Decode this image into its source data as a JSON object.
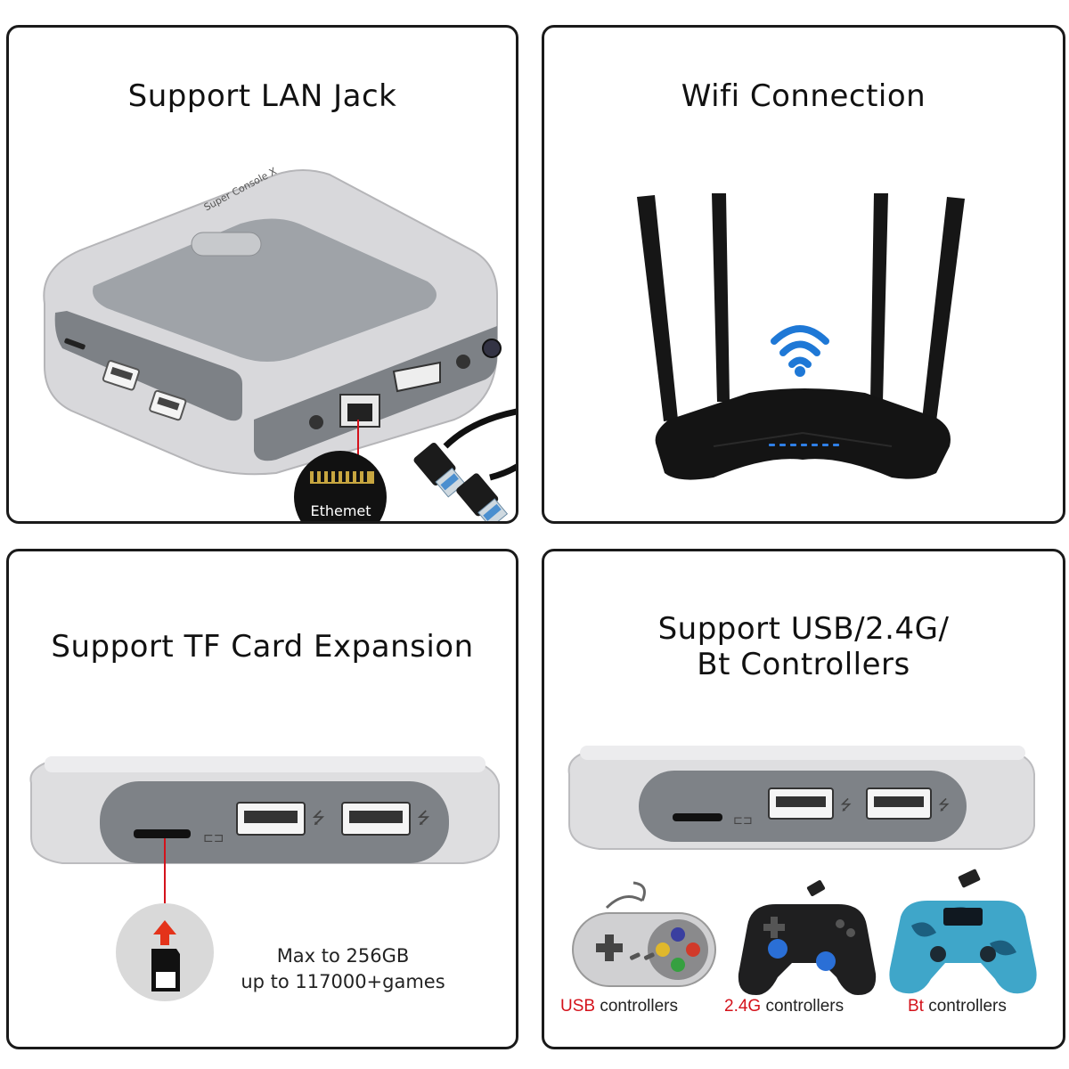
{
  "panels": {
    "lan": {
      "title": "Support LAN Jack",
      "port_label": "Ethemet"
    },
    "wifi": {
      "title": "Wifi Connection"
    },
    "tf": {
      "title": "Support TF Card Expansion",
      "caption_line1": "Max to 256GB",
      "caption_line2": "up to 117000+games"
    },
    "controllers": {
      "title_line1": "Support USB/2.4G/",
      "title_line2": "Bt Controllers",
      "items": [
        {
          "highlight": "USB",
          "rest": " controllers"
        },
        {
          "highlight": "2.4G",
          "rest": " controllers"
        },
        {
          "highlight": "Bt",
          "rest": " controllers"
        }
      ]
    }
  },
  "icons": [
    "wifi-icon",
    "usb-icon",
    "ethernet-cable-icon",
    "upload-arrow-icon",
    "sd-card-icon"
  ],
  "colors": {
    "border": "#1a1a1a",
    "console_silver": "#d6d6d8",
    "console_panel": "#8c9095",
    "router_black": "#141414",
    "router_led": "#2f7fe6",
    "accent_red": "#d4121b"
  }
}
